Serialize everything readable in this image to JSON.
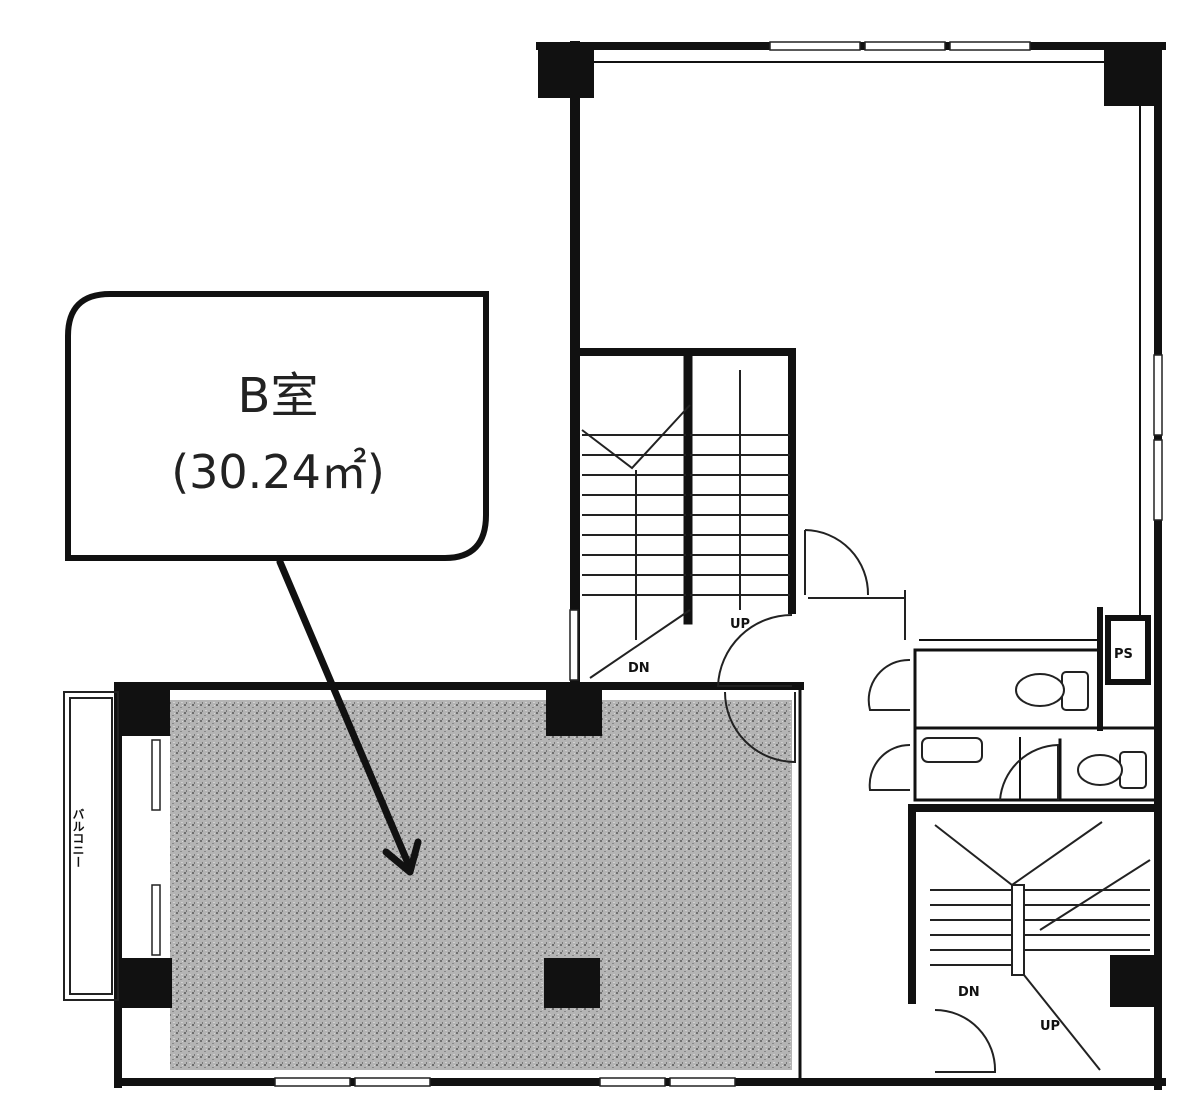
{
  "callout": {
    "title": "B室",
    "area": "(30.24㎡)"
  },
  "labels": {
    "stair_up_upper": "UP",
    "stair_dn_upper": "DN",
    "stair_dn_lower": "DN",
    "stair_up_lower": "UP",
    "pipe_space": "PS",
    "balcony": "バルコニー"
  },
  "colors": {
    "wall": "#111111",
    "room_fill": "#a9a9a9",
    "line": "#222222"
  }
}
